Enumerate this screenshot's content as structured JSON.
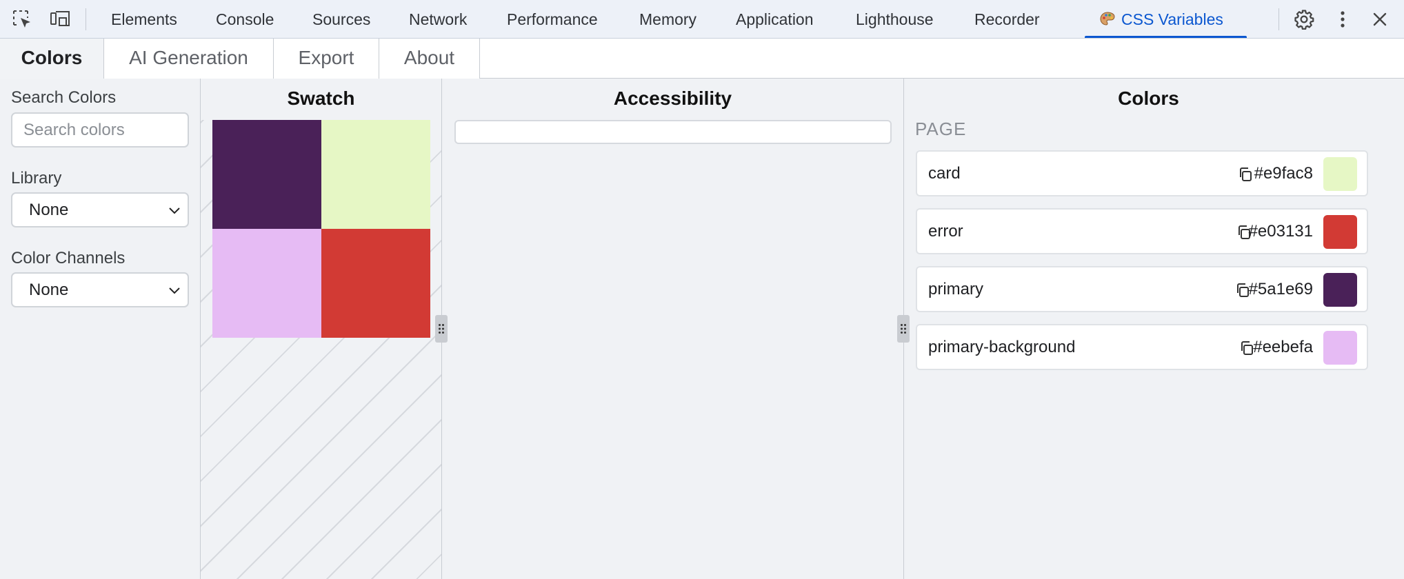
{
  "devtools": {
    "tabs": [
      {
        "label": "Elements"
      },
      {
        "label": "Console"
      },
      {
        "label": "Sources"
      },
      {
        "label": "Network"
      },
      {
        "label": "Performance"
      },
      {
        "label": "Memory"
      },
      {
        "label": "Application"
      },
      {
        "label": "Lighthouse"
      },
      {
        "label": "Recorder"
      },
      {
        "label": "CSS Variables",
        "active": true
      }
    ],
    "accent": "#0b57d0"
  },
  "subtabs": [
    {
      "label": "Colors",
      "active": true
    },
    {
      "label": "AI Generation"
    },
    {
      "label": "Export"
    },
    {
      "label": "About"
    }
  ],
  "sidebar": {
    "search_label": "Search Colors",
    "search_placeholder": "Search colors",
    "search_value": "",
    "library_label": "Library",
    "library_value": "None",
    "channels_label": "Color Channels",
    "channels_value": "None"
  },
  "swatch": {
    "title": "Swatch",
    "colors": [
      "#4a2158",
      "#e6f7c5",
      "#e6bbf4",
      "#d23a34"
    ]
  },
  "accessibility": {
    "title": "Accessibility"
  },
  "colors": {
    "title": "Colors",
    "section": "PAGE",
    "items": [
      {
        "name": "card",
        "hex": "#e9fac8",
        "swatch": "#e6f7c5"
      },
      {
        "name": "error",
        "hex": "#e03131",
        "swatch": "#d23a34"
      },
      {
        "name": "primary",
        "hex": "#5a1e69",
        "swatch": "#4a2158"
      },
      {
        "name": "primary-background",
        "hex": "#eebefa",
        "swatch": "#e6bbf4"
      }
    ]
  }
}
